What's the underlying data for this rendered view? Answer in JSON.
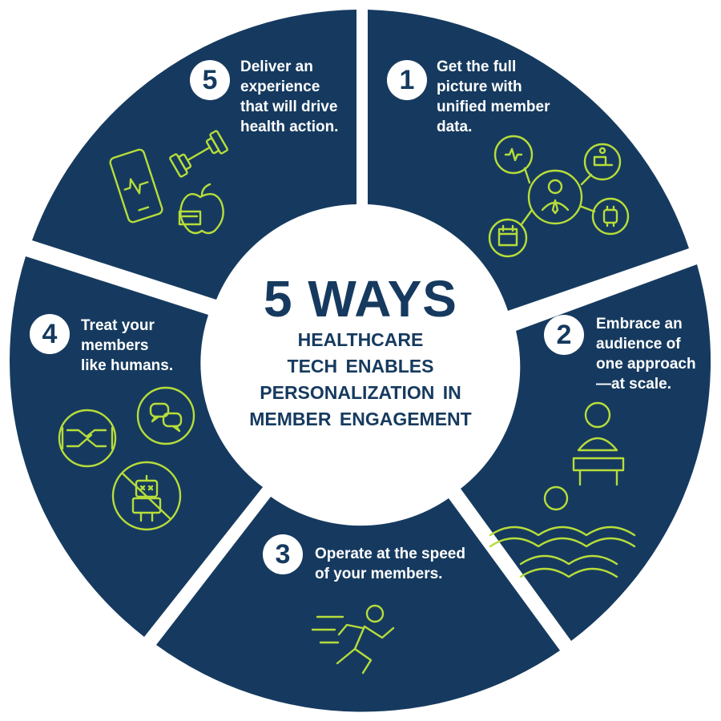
{
  "colors": {
    "navy": "#163a5f",
    "lime": "#b7dd3a",
    "white": "#ffffff"
  },
  "center": {
    "heading": "5 WAYS",
    "lines": [
      "HEALTHCARE",
      "TECH  ENABLES",
      "PERSONALIZATION  IN",
      "MEMBER  ENGAGEMENT"
    ]
  },
  "segments": [
    {
      "number": "1",
      "lines": [
        "Get the full",
        "picture with",
        "unified member",
        "data."
      ],
      "icon": "connected-data-icon"
    },
    {
      "number": "2",
      "lines": [
        "Embrace an",
        "audience of",
        "one approach",
        "—at scale."
      ],
      "icon": "audience-presenter-icon"
    },
    {
      "number": "3",
      "lines": [
        "Operate at the speed",
        "of your members."
      ],
      "icon": "runner-icon"
    },
    {
      "number": "4",
      "lines": [
        "Treat your",
        "members",
        "like humans."
      ],
      "icon": "human-touch-icons"
    },
    {
      "number": "5",
      "lines": [
        "Deliver an",
        "experience",
        "that will drive",
        "health action."
      ],
      "icon": "fitness-icons"
    }
  ]
}
